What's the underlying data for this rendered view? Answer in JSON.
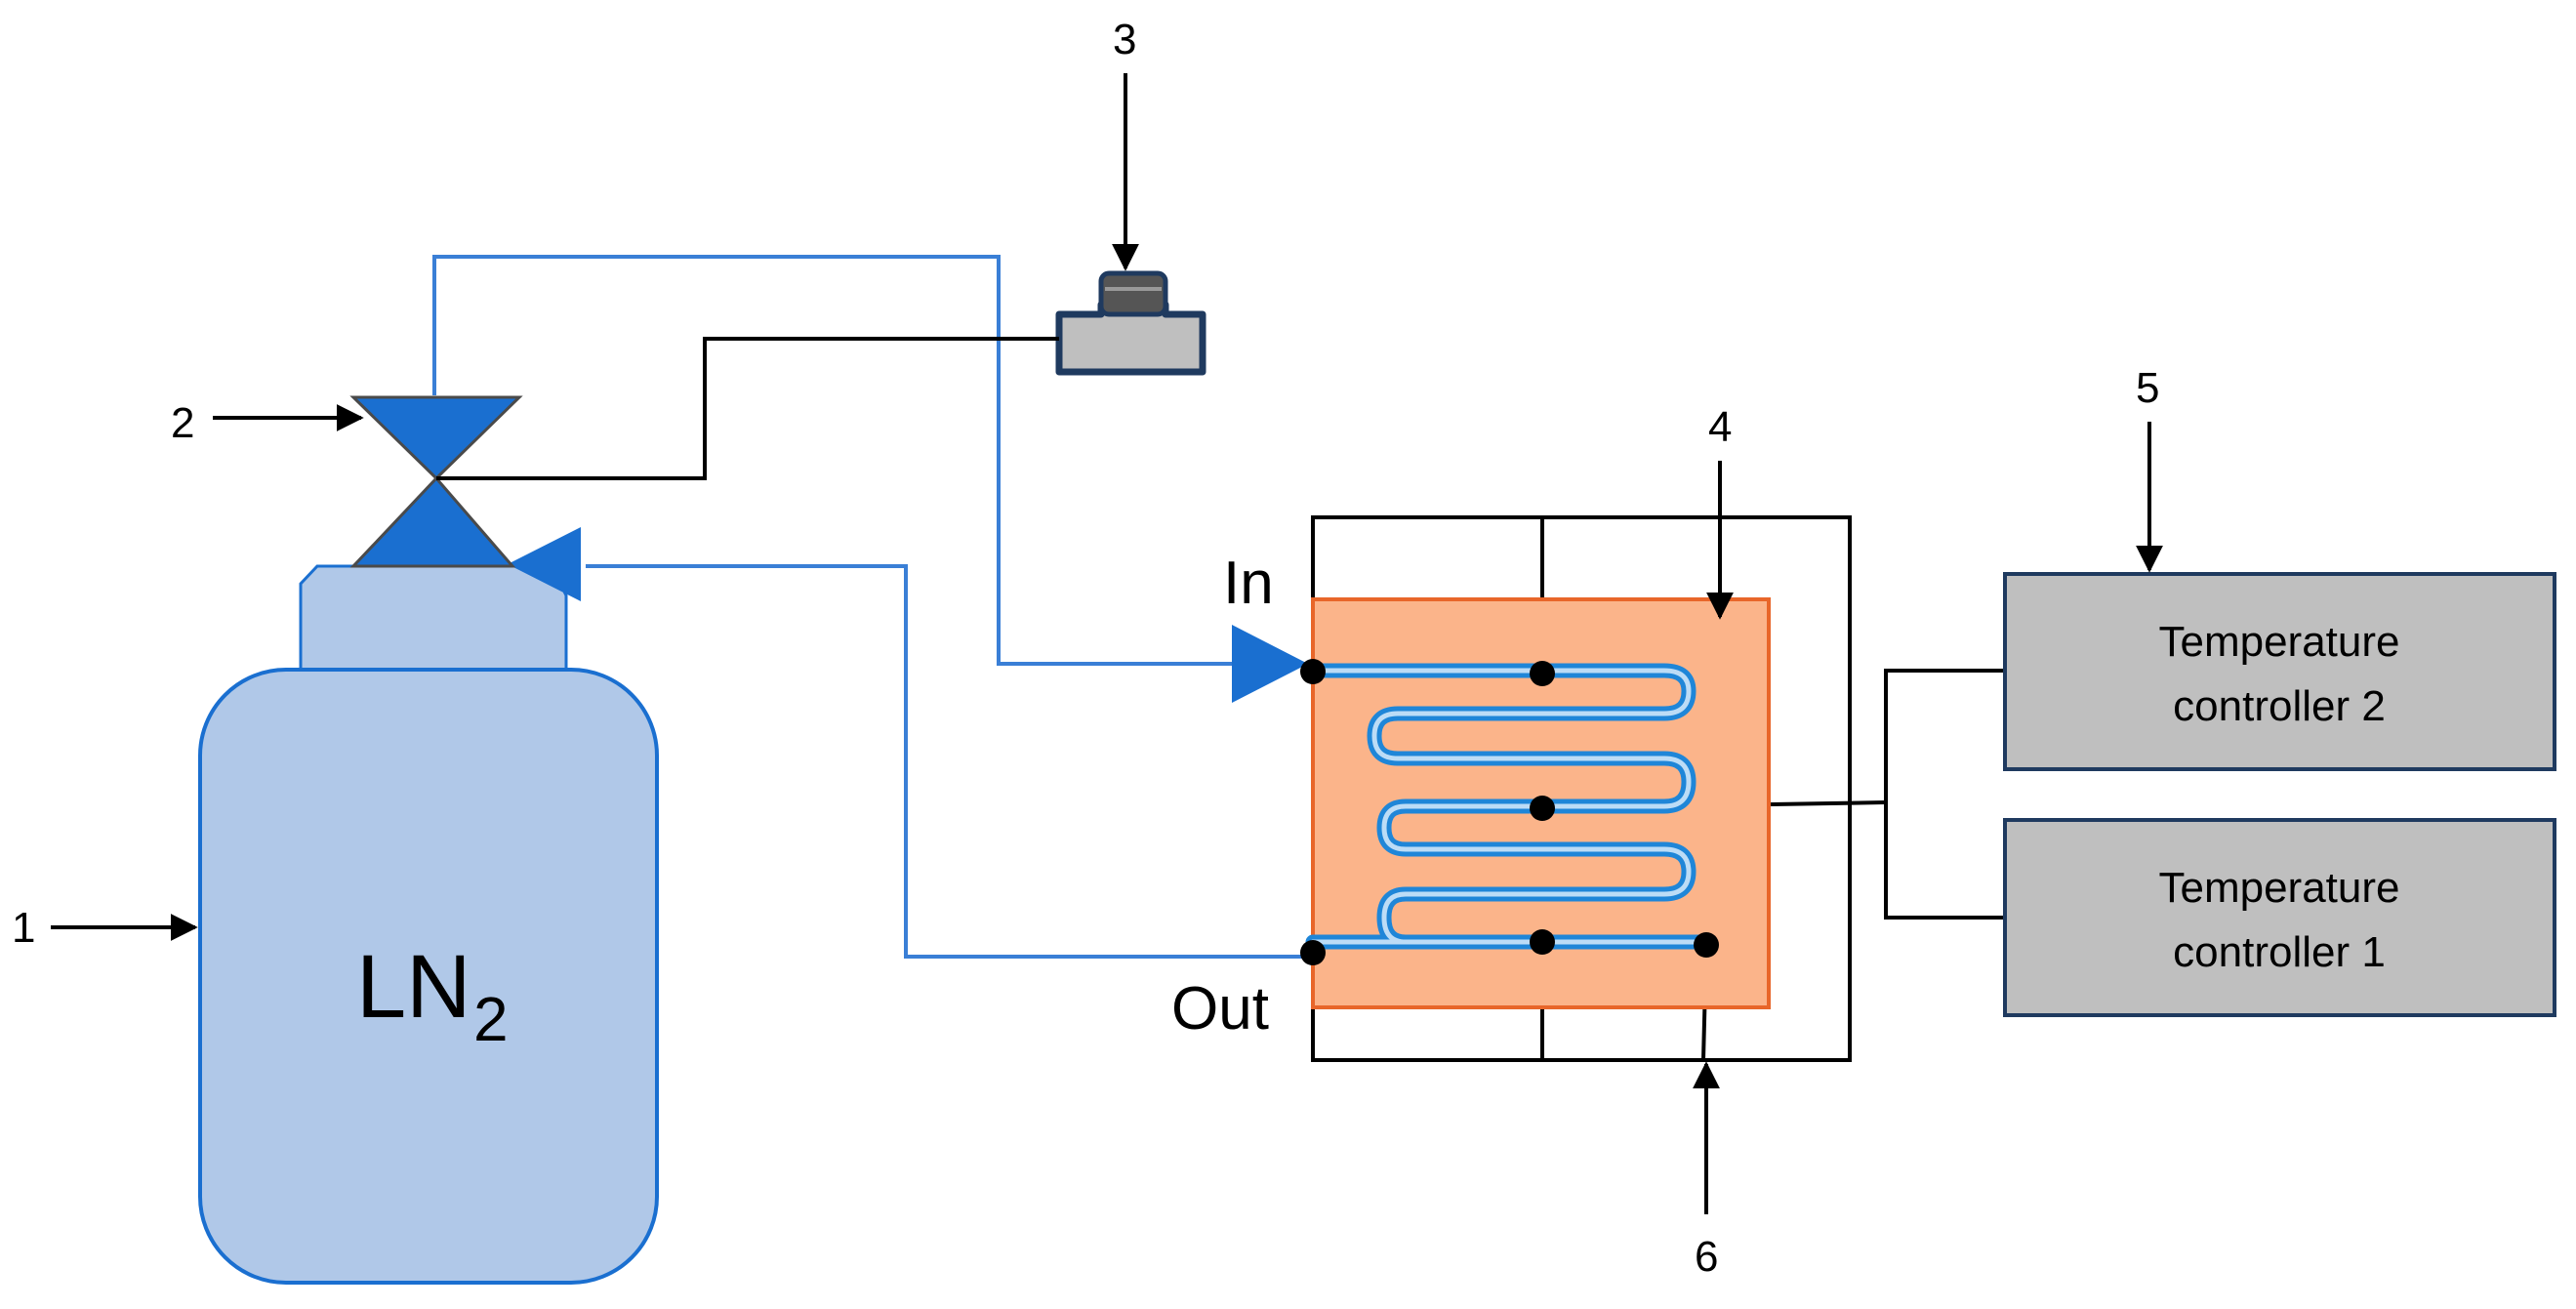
{
  "labels": {
    "tank_main": "LN",
    "tank_sub": "2",
    "inlet": "In",
    "outlet": "Out",
    "controller_2_line1": "Temperature",
    "controller_2_line2": "controller 2",
    "controller_1_line1": "Temperature",
    "controller_1_line2": "controller 1"
  },
  "callouts": [
    "1",
    "2",
    "3",
    "4",
    "5",
    "6"
  ],
  "colors": {
    "tank_fill": "#b0c8e8",
    "tank_stroke": "#1a6fd0",
    "valve_fill": "#1a6fd0",
    "valve_stroke": "#4a4a4a",
    "pipe": "#3a7fd6",
    "wire": "#000000",
    "plate_fill": "#fbb48a",
    "plate_stroke": "#e8662a",
    "controller_fill": "#bfbfbf",
    "controller_stroke": "#1f3a5f",
    "sensor_fill": "#bfbfbf",
    "sensor_stroke": "#1f3a5f"
  }
}
